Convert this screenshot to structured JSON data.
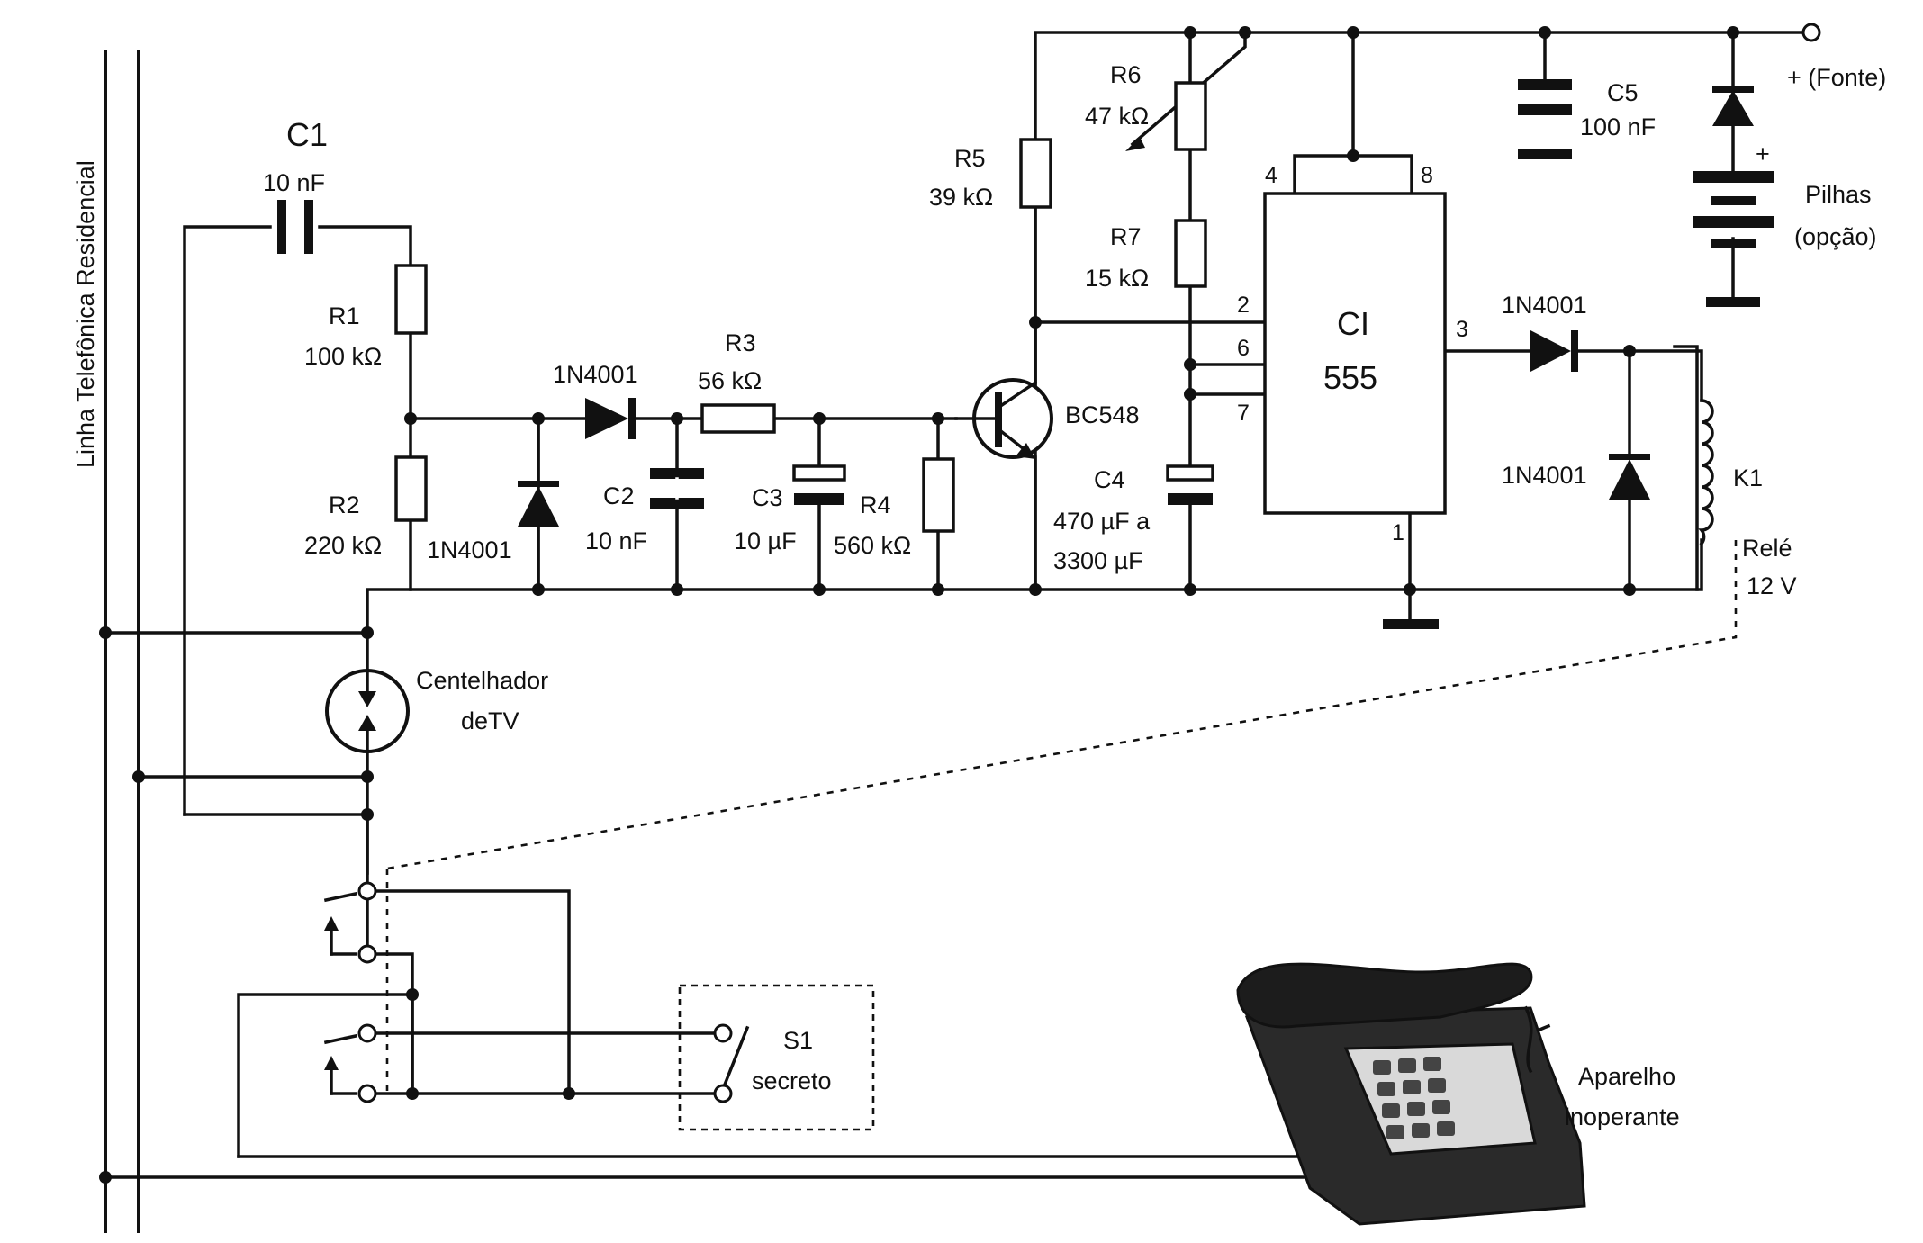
{
  "line_label": "Linha Telefônica Residencial",
  "components": {
    "c1": {
      "name": "C1",
      "value": "10 nF"
    },
    "r1": {
      "name": "R1",
      "value": "100 kΩ"
    },
    "r2": {
      "name": "R2",
      "value": "220 kΩ"
    },
    "d1": {
      "value": "1N4001"
    },
    "d2": {
      "value": "1N4001"
    },
    "c2": {
      "name": "C2",
      "value": "10 nF"
    },
    "r3": {
      "name": "R3",
      "value": "56 kΩ"
    },
    "c3": {
      "name": "C3",
      "value": "10 µF"
    },
    "r4": {
      "name": "R4",
      "value": "560 kΩ"
    },
    "r5": {
      "name": "R5",
      "value": "39 kΩ"
    },
    "q1": {
      "value": "BC548"
    },
    "r6": {
      "name": "R6",
      "value": "47 kΩ"
    },
    "r7": {
      "name": "R7",
      "value": "15 kΩ"
    },
    "c4": {
      "name": "C4",
      "value_line1": "470 µF a",
      "value_line2": "3300 µF"
    },
    "ic": {
      "line1": "CI",
      "line2": "555",
      "pins": [
        "4",
        "8",
        "2",
        "6",
        "7",
        "3",
        "1"
      ]
    },
    "c5": {
      "name": "C5",
      "value": "100 nF"
    },
    "d3": {
      "value": "1N4001"
    },
    "d4": {
      "value": "1N4001"
    },
    "k1": {
      "name": "K1",
      "line1": "Relé",
      "line2": "12 V"
    },
    "supply": {
      "label": "+ (Fonte)",
      "plus": "+",
      "battery_line1": "Pilhas",
      "battery_line2": "(opção)"
    },
    "spark": {
      "line1": "Centelhador",
      "line2": "deTV"
    },
    "s1": {
      "name": "S1",
      "value": "secreto"
    },
    "phone": {
      "line1": "Aparelho",
      "line2": "inoperante"
    }
  }
}
